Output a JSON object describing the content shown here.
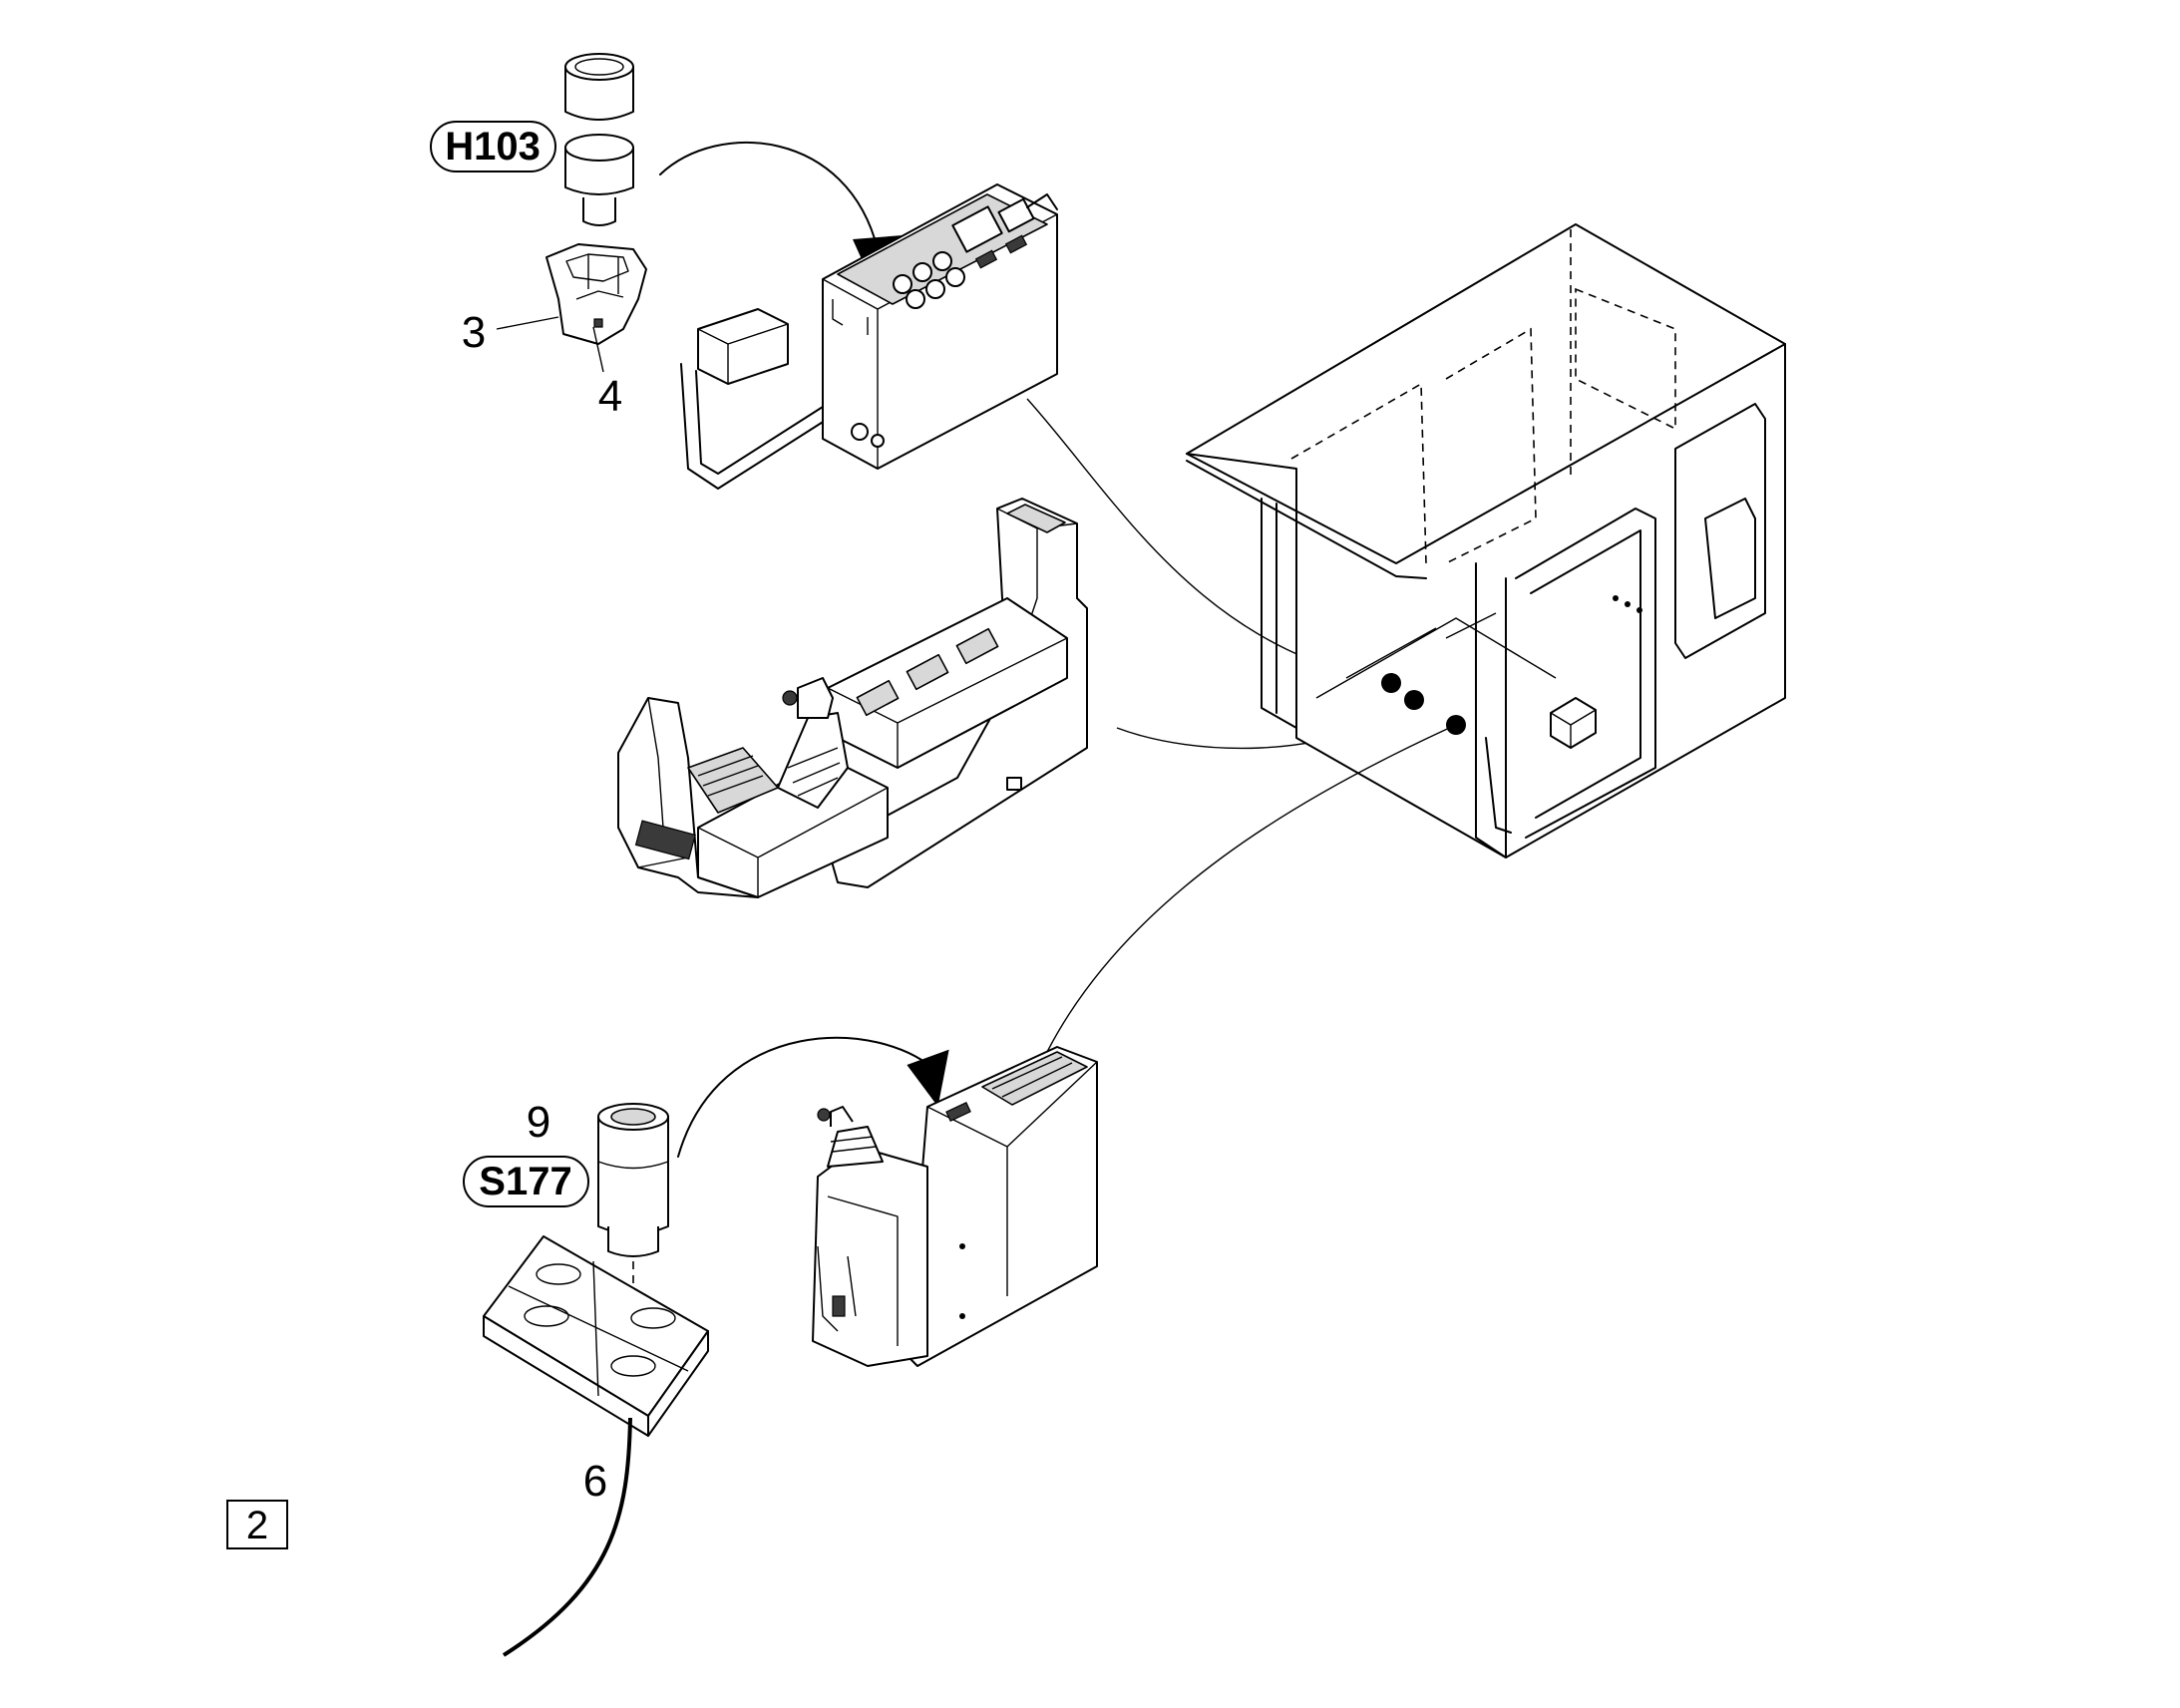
{
  "tags": {
    "h103": "H103",
    "s177": "S177"
  },
  "item_numbers": {
    "n3": "3",
    "n4": "4",
    "n9": "9",
    "n6": "6"
  },
  "sheet_box": "2"
}
